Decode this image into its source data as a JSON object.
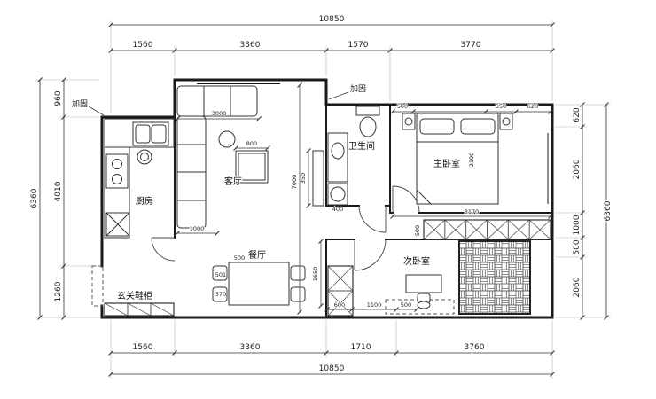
{
  "canvas": {
    "background": "#ffffff",
    "wall_color": "#1a1a1a",
    "dim_color": "#333333"
  },
  "dimensions": {
    "top_total": "10850",
    "top_chain": [
      "1560",
      "3360",
      "1570",
      "3770"
    ],
    "bottom_chain": [
      "1560",
      "3360",
      "1710",
      "3760"
    ],
    "bottom_total": "10850",
    "left_total": "6360",
    "left_chain": [
      "960",
      "4010",
      "1260"
    ],
    "right_total": "6360",
    "right_chain": [
      "620",
      "2060",
      "1000",
      "500",
      "2060"
    ],
    "interior": {
      "sofa_length": "3000",
      "sofa_depth": "1000",
      "coffee_table_width": "800",
      "living_run": "7000",
      "tv_cabinet_depth": "350",
      "hall_width": "400",
      "master_seg_a": "500",
      "master_seg_b": "550",
      "master_seg_c": "620",
      "bed_length": "2100",
      "closet_run": "3170",
      "closet_depth": "500",
      "bedroom2_side": "1650",
      "bedroom2_seg_a": "600",
      "bedroom2_seg_b": "1100",
      "bedroom2_seg_c": "500",
      "dining_seg_a": "500",
      "dining_seg_b": "501",
      "dining_seg_c": "370"
    }
  },
  "rooms": {
    "kitchen": "厨房",
    "living_room": "客厅",
    "dining_room": "餐厅",
    "bathroom": "卫生间",
    "master_bedroom": "主卧室",
    "second_bedroom": "次卧室",
    "entry_cabinet": "玄关鞋柜"
  },
  "annotations": {
    "reinforce": "加固"
  }
}
